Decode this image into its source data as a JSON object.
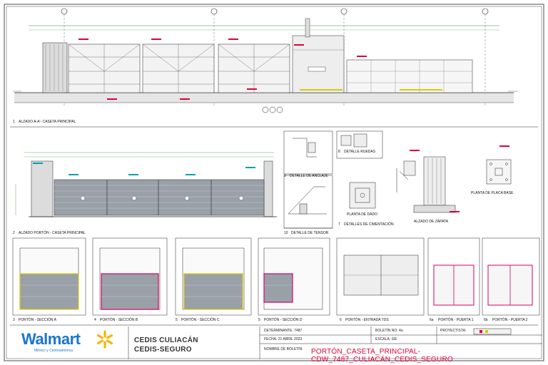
{
  "drawings": {
    "d1": {
      "number": "1",
      "title": "ALZADO A-A'- CASETA PRINCIPAL"
    },
    "d2": {
      "number": "2",
      "title": "ALZADO PORTÓN - CASETA PRINCIPAL"
    },
    "d3": {
      "number": "3",
      "title": "PORTÓN - SECCIÓN A"
    },
    "d4": {
      "number": "4",
      "title": "PORTÓN - SECCIÓN B"
    },
    "d5": {
      "number": "5",
      "title": "PORTÓN - SECCIÓN C"
    },
    "d5b": {
      "number": "5",
      "title": "PORTÓN - SECCIÓN D"
    },
    "d6": {
      "number": "6",
      "title": "PORTÓN - ENTRADA TDS"
    },
    "d6a": {
      "number": "6a",
      "title": "PORTÓN - PUERTA 1"
    },
    "d6b": {
      "number": "6b",
      "title": "PORTÓN - PUERTA 2"
    },
    "d7": {
      "number": "7",
      "title": "DETALLES DE CIMENTACIÓN"
    },
    "d8": {
      "number": "8",
      "title": "DETALLE RUEDAS"
    },
    "d9": {
      "number": "9",
      "title": "DETALLE DE ANCLAJE"
    },
    "d10": {
      "number": "10",
      "title": "DETALLE DE TENSOR"
    },
    "plan_dado": "PLANTA DE DADO",
    "alzado_zapata": "ALZADO DE ZAPATA",
    "planta_placa": "PLANTA DE PLACA BASE"
  },
  "title_block": {
    "brand": "Walmart",
    "brand_sub": "México y Centroamérica",
    "project_line1": "CEDIS CULIACÁN",
    "project_line2": "CEDIS-SEGURO",
    "determinante_label": "DETERMINANTE: 7487",
    "boletin_label": "BOLETÍN NO: 4a",
    "proyectista_label": "PROYECTISTA:",
    "fecha_label": "FECHA: 21 ABRIL 2023",
    "escala_label": "ESCALA: S/E",
    "nombre_label": "NOMBRE DE BOLETÍN:",
    "sheet_name": "PORTÓN_CASETA_PRINCIPAL-CDW_7487_CULIACÁN_CEDIS_SEGURO"
  },
  "colors": {
    "line": "#222222",
    "dim_green": "#3a8a3a",
    "cyan": "#00a0b4",
    "red": "#e0003a",
    "magenta": "#d6006d",
    "yellow": "#d9c900",
    "blue": "#1a75cf",
    "gate_fill": "#c8c8c8"
  }
}
